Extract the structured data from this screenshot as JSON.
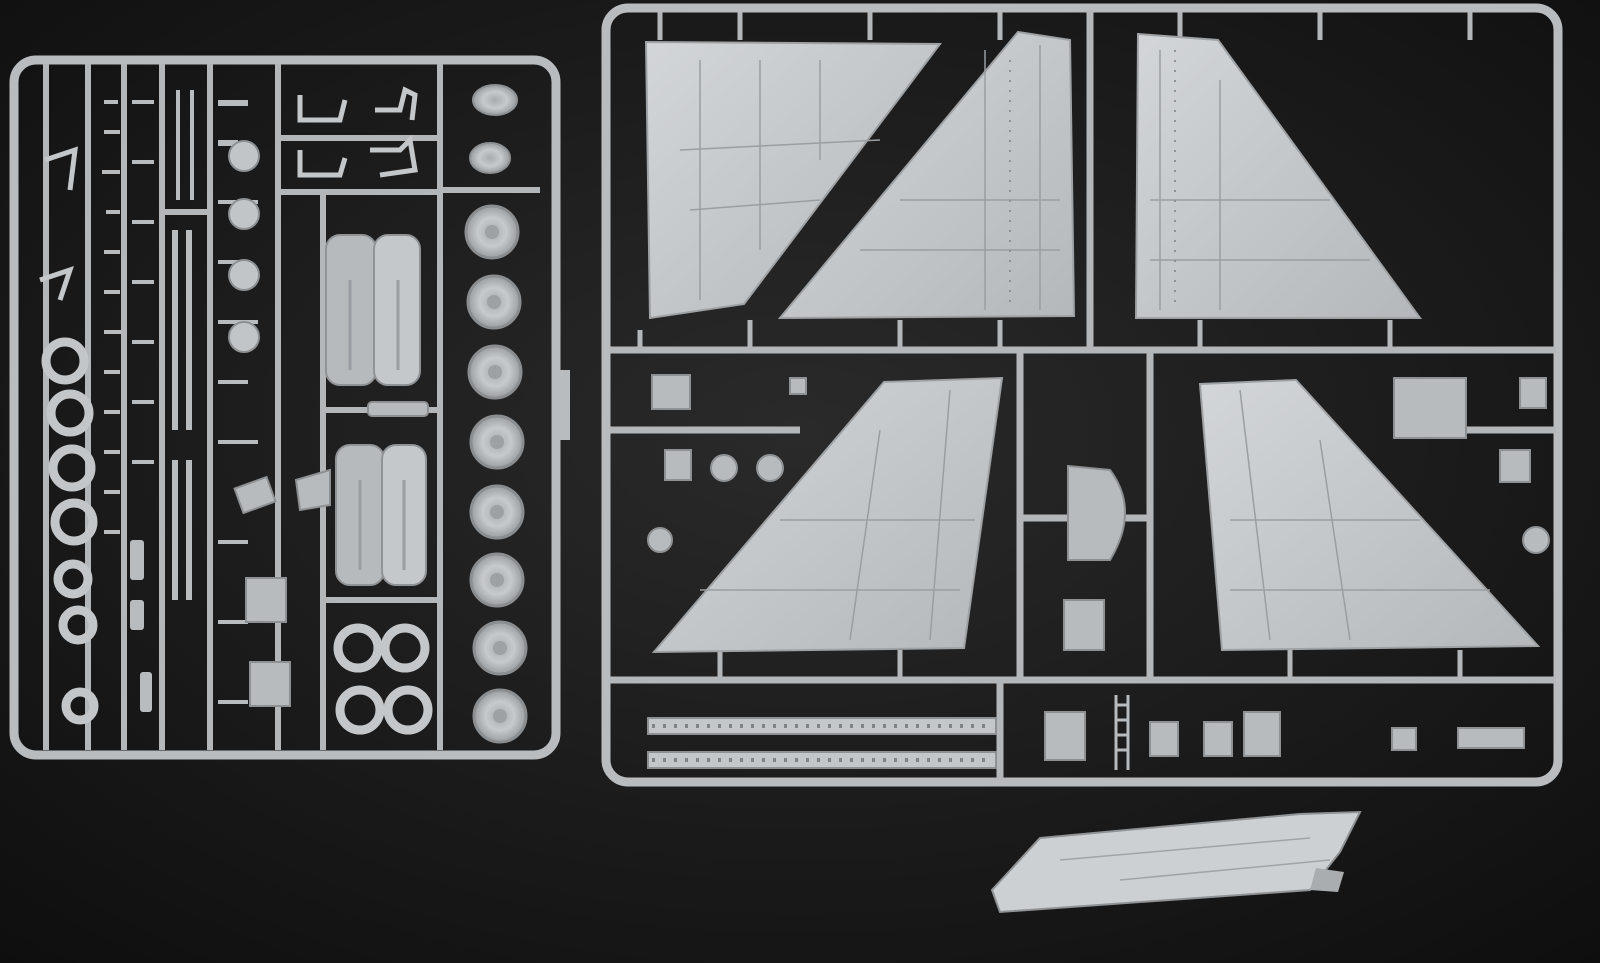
{
  "photo": {
    "subject": "",
    "colors": {
      "background": "#141414",
      "backdrop_light": "#2a2a2a",
      "plastic": "#b9bcbf",
      "plastic_light": "#cfd2d4",
      "plastic_mid": "#a9adb0",
      "plastic_shadow": "#6f7377",
      "panel_line": "#9a9ea2",
      "shadow": "#050505"
    },
    "left_sprue": {
      "wheels": 8,
      "exhaust_rings": 7,
      "vertical_runners": 9,
      "nozzle_pairs": 2,
      "intake_ducts": 2
    },
    "right_sprue": {
      "large_panels": 6,
      "bottom_strips": 2
    },
    "loose_parts": 1
  }
}
